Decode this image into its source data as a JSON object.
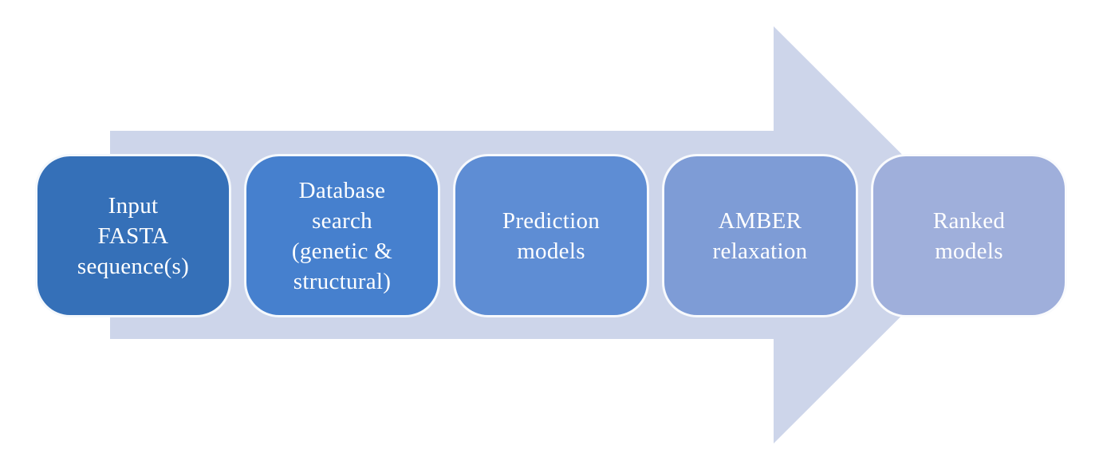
{
  "diagram": {
    "type": "process-flow-arrow",
    "direction": "right",
    "colors": {
      "arrow_body": "#CDD5EA",
      "box_border": "#FFFFFF",
      "text": "#FFFFFF"
    },
    "steps": [
      {
        "id": "input-fasta-sequence",
        "lines": [
          "Input",
          "FASTA",
          "sequence(s)"
        ],
        "color": "#3570B8"
      },
      {
        "id": "database-search",
        "lines": [
          "Database",
          "search",
          "(genetic &",
          "structural)"
        ],
        "color": "#4680CE"
      },
      {
        "id": "prediction-models",
        "lines": [
          "Prediction",
          "models"
        ],
        "color": "#5E8DD4"
      },
      {
        "id": "amber-relaxation",
        "lines": [
          "AMBER",
          "relaxation"
        ],
        "color": "#7E9CD6"
      },
      {
        "id": "ranked-models",
        "lines": [
          "Ranked",
          "models"
        ],
        "color": "#9FAFDB"
      }
    ]
  }
}
